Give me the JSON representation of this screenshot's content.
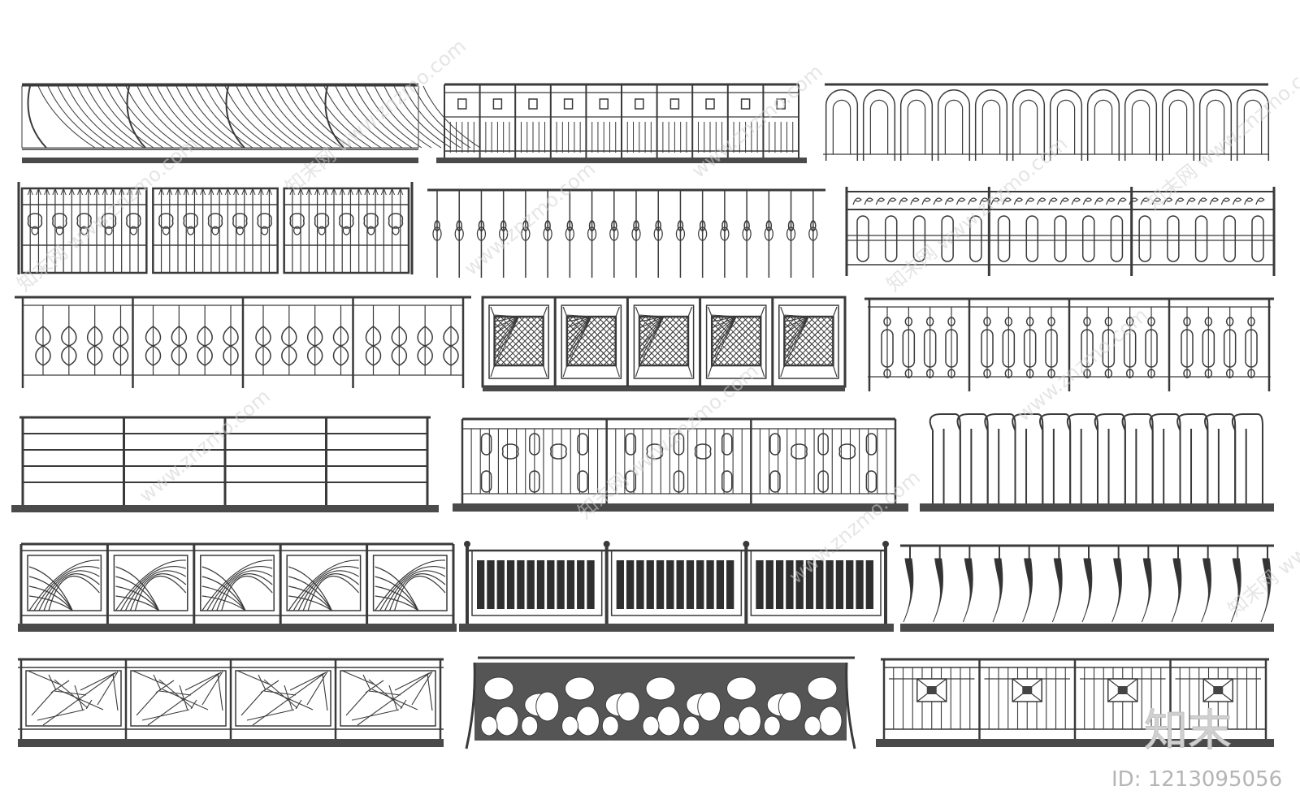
{
  "watermark": {
    "site_text": "www.znzmo.com",
    "brand_text": "知末网"
  },
  "logo": {
    "text": "知末"
  },
  "id_label": {
    "text": "ID: 1213095056"
  },
  "catalog": {
    "items": [
      {
        "pattern": "swirl-panels"
      },
      {
        "pattern": "square-medallion-pickets"
      },
      {
        "pattern": "arched-pickets"
      },
      {
        "pattern": "scroll-gate-spikes"
      },
      {
        "pattern": "twisted-basket-balusters"
      },
      {
        "pattern": "wave-scroll-oval-rings"
      },
      {
        "pattern": "scroll-balusters"
      },
      {
        "pattern": "lattice-squares"
      },
      {
        "pattern": "oval-ring-balusters"
      },
      {
        "pattern": "horizontal-rods"
      },
      {
        "pattern": "medallion-pickets"
      },
      {
        "pattern": "hook-top-pickets"
      },
      {
        "pattern": "fan-arcs"
      },
      {
        "pattern": "solid-slat-panels"
      },
      {
        "pattern": "horn-balusters"
      },
      {
        "pattern": "shattered-glass-grid"
      },
      {
        "pattern": "organic-cutout"
      },
      {
        "pattern": "diamond-motif-grid"
      }
    ]
  },
  "colors": {
    "background": "#ffffff",
    "metal": "#3a3a3a",
    "base_bar": "#4a4a4a",
    "watermark": "#cfcfcf",
    "logo": "#d0d0d0",
    "id_text": "#b5b5b5"
  }
}
